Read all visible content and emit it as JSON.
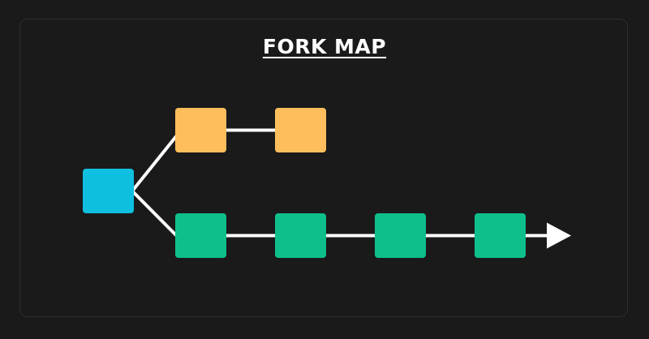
{
  "title": "FORK MAP",
  "colors": {
    "background": "#1a1a1a",
    "border": "#2e2e2e",
    "root": "#0ebfe0",
    "branch": "#ffbe5c",
    "mainline": "#0ebf8c",
    "connector": "#ffffff"
  },
  "diagram": {
    "root": {
      "name": "root-node",
      "color_key": "root"
    },
    "branches": [
      {
        "name": "branch",
        "color_key": "branch",
        "node_count": 2,
        "arrow": false
      },
      {
        "name": "mainline",
        "color_key": "mainline",
        "node_count": 4,
        "arrow": true
      }
    ]
  }
}
